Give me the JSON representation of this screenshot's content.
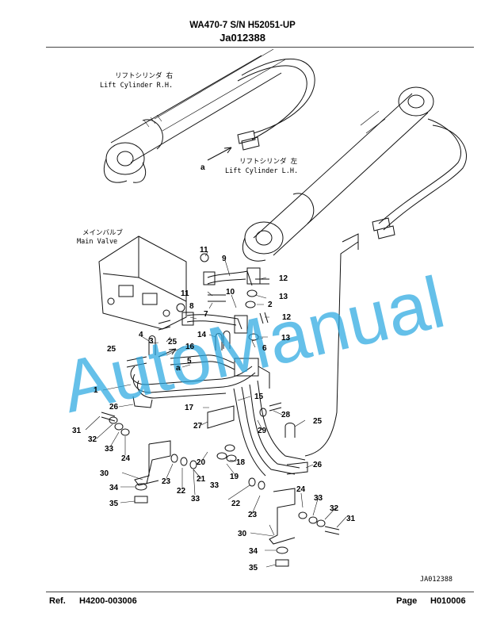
{
  "header": {
    "model_line": "WA470-7 S/N H52051-UP",
    "figure_code": "Ja012388"
  },
  "labels": {
    "lift_rh_jp": "リフトシリンダ 右",
    "lift_rh_en": "Lift Cylinder R.H.",
    "lift_lh_jp": "リフトシリンダ 左",
    "lift_lh_en": "Lift Cylinder L.H.",
    "main_valve_jp": "メインバルブ",
    "main_valve_en": "Main Valve",
    "view_a": "a",
    "drawing_code": "JA012388"
  },
  "callouts": [
    {
      "id": "c11a",
      "text": "11"
    },
    {
      "id": "c9",
      "text": "9"
    },
    {
      "id": "c12a",
      "text": "12"
    },
    {
      "id": "c11b",
      "text": "11"
    },
    {
      "id": "c10",
      "text": "10"
    },
    {
      "id": "c13a",
      "text": "13"
    },
    {
      "id": "c2",
      "text": "2"
    },
    {
      "id": "c8",
      "text": "8"
    },
    {
      "id": "c7",
      "text": "7"
    },
    {
      "id": "c12b",
      "text": "12"
    },
    {
      "id": "c4",
      "text": "4"
    },
    {
      "id": "c3",
      "text": "3"
    },
    {
      "id": "c25a",
      "text": "25"
    },
    {
      "id": "c25b",
      "text": "25"
    },
    {
      "id": "c16",
      "text": "16"
    },
    {
      "id": "c14",
      "text": "14"
    },
    {
      "id": "c13b",
      "text": "13"
    },
    {
      "id": "c6",
      "text": "6"
    },
    {
      "id": "c5",
      "text": "5"
    },
    {
      "id": "ca",
      "text": "a"
    },
    {
      "id": "c1",
      "text": "1"
    },
    {
      "id": "c15",
      "text": "15"
    },
    {
      "id": "c26a",
      "text": "26"
    },
    {
      "id": "c17",
      "text": "17"
    },
    {
      "id": "c28",
      "text": "28"
    },
    {
      "id": "c25c",
      "text": "25"
    },
    {
      "id": "c31a",
      "text": "31"
    },
    {
      "id": "c27",
      "text": "27"
    },
    {
      "id": "c29",
      "text": "29"
    },
    {
      "id": "c32a",
      "text": "32"
    },
    {
      "id": "c33a",
      "text": "33"
    },
    {
      "id": "c24a",
      "text": "24"
    },
    {
      "id": "c20",
      "text": "20"
    },
    {
      "id": "c18",
      "text": "18"
    },
    {
      "id": "c26b",
      "text": "26"
    },
    {
      "id": "c30a",
      "text": "30"
    },
    {
      "id": "c23a",
      "text": "23"
    },
    {
      "id": "c21",
      "text": "21"
    },
    {
      "id": "c19",
      "text": "19"
    },
    {
      "id": "c22a",
      "text": "22"
    },
    {
      "id": "c33b",
      "text": "33"
    },
    {
      "id": "c34a",
      "text": "34"
    },
    {
      "id": "c35a",
      "text": "35"
    },
    {
      "id": "c33c",
      "text": "33"
    },
    {
      "id": "c22b",
      "text": "22"
    },
    {
      "id": "c24b",
      "text": "24"
    },
    {
      "id": "c33d",
      "text": "33"
    },
    {
      "id": "c23b",
      "text": "23"
    },
    {
      "id": "c32b",
      "text": "32"
    },
    {
      "id": "c31b",
      "text": "31"
    },
    {
      "id": "c30b",
      "text": "30"
    },
    {
      "id": "c34b",
      "text": "34"
    },
    {
      "id": "c35b",
      "text": "35"
    }
  ],
  "watermark": "AutoManual",
  "footer": {
    "ref_label": "Ref.",
    "ref_value": "H4200-003006",
    "page_label": "Page",
    "page_value": "H010006"
  }
}
